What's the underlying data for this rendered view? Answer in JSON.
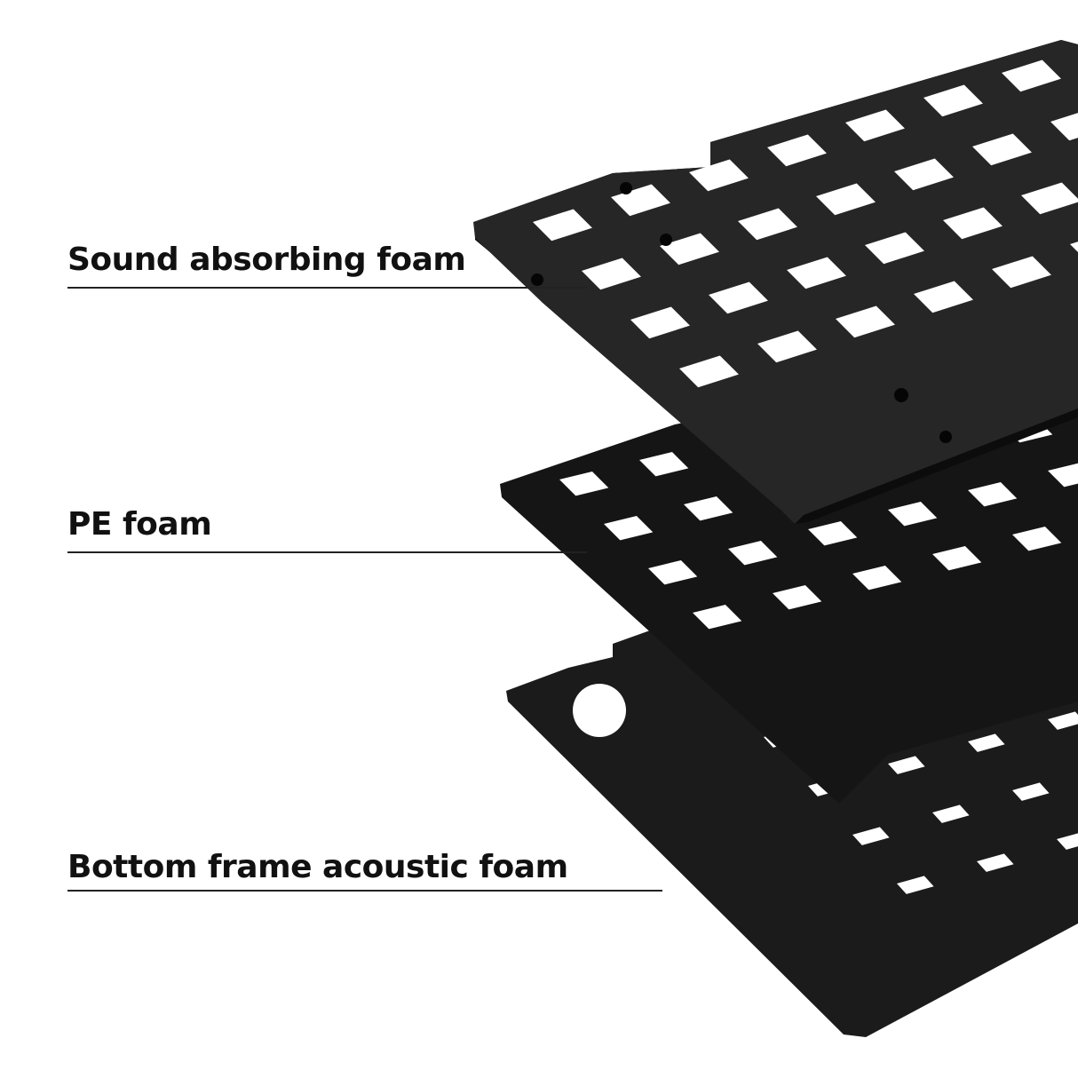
{
  "labels": [
    {
      "text": "Sound absorbing foam"
    },
    {
      "text": "PE foam"
    },
    {
      "text": "Bottom frame acoustic foam"
    }
  ],
  "colors": {
    "foam": "#1c1c1c",
    "foam_edge": "#0a0a0a",
    "background": "#ffffff",
    "text": "#111111"
  }
}
